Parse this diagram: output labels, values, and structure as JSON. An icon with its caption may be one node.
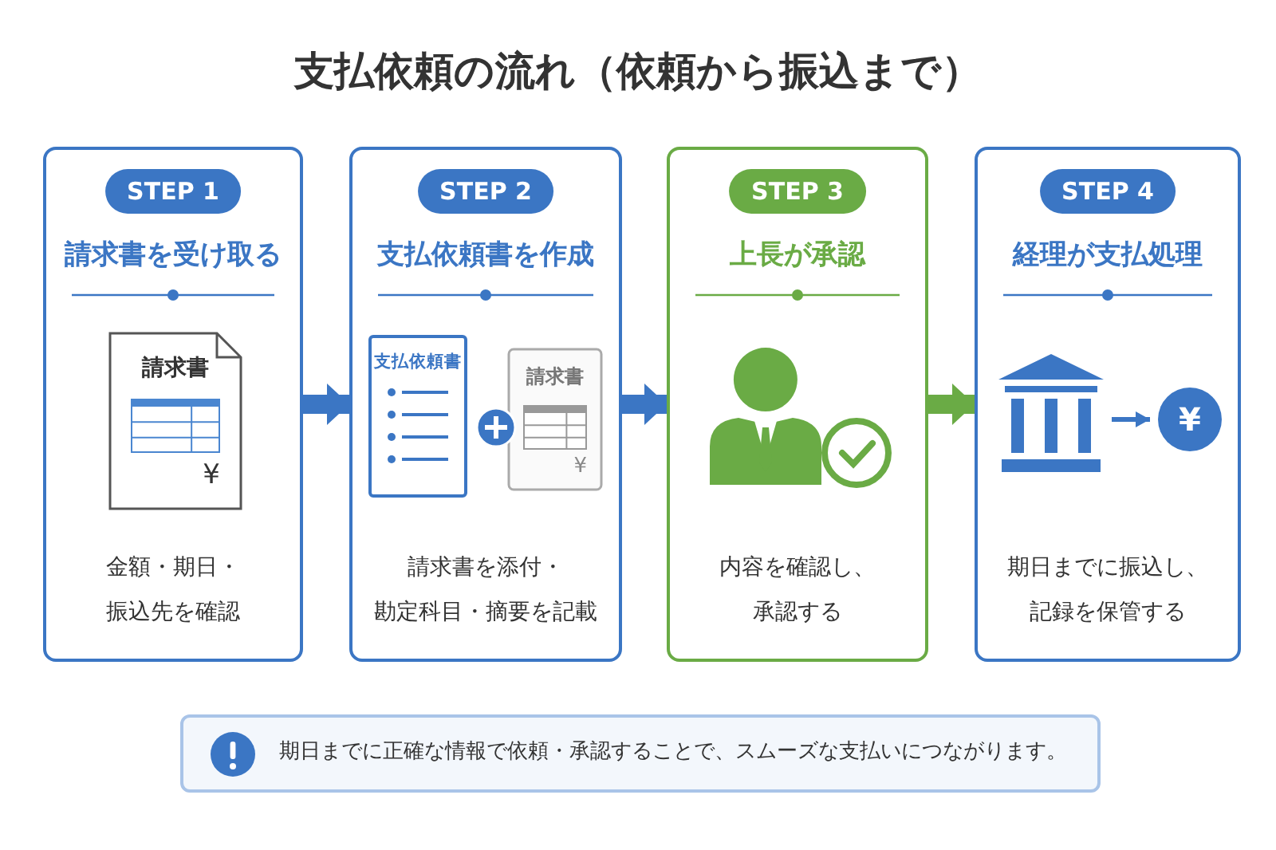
{
  "diagram": {
    "title": "支払依頼の流れ（依頼から振込まで）",
    "nodes": [
      {
        "text": [
          "STEP 1",
          "請求書を受け取る",
          "金額・期日・振込先を確認"
        ]
      },
      {
        "text": [
          "請求書",
          "¥"
        ],
        "in": 0
      },
      {
        "text": [
          "STEP 2",
          "支払依頼書を作成",
          "請求書を添付・勘定科目・摘要を記載"
        ]
      },
      {
        "text": [
          "支払依頼書"
        ],
        "in": 2
      },
      {
        "text": [
          "請求書",
          "¥"
        ],
        "in": 2
      },
      {
        "text": [
          "STEP 3",
          "上長が承認",
          "内容を確認し、承認する"
        ]
      },
      {
        "text": [
          "STEP 4",
          "経理が支払処理",
          "期日までに振込し、記録を保管する"
        ]
      },
      {
        "text": [],
        "shape": "building",
        "in": 6
      },
      {
        "text": [
          "¥"
        ],
        "in": 6
      },
      {
        "text": [
          "期日までに正確な情報で依頼・承認することで、スムーズな支払いにつながります。"
        ]
      }
    ],
    "edges": [
      {
        "from": 0,
        "to": 2,
        "arrow": "to"
      },
      {
        "from": 2,
        "to": 5,
        "arrow": "to"
      },
      {
        "from": 5,
        "to": 6,
        "arrow": "to",
        "color": "#6aab45"
      },
      {
        "from": 7,
        "to": 8,
        "arrow": "to"
      }
    ]
  }
}
